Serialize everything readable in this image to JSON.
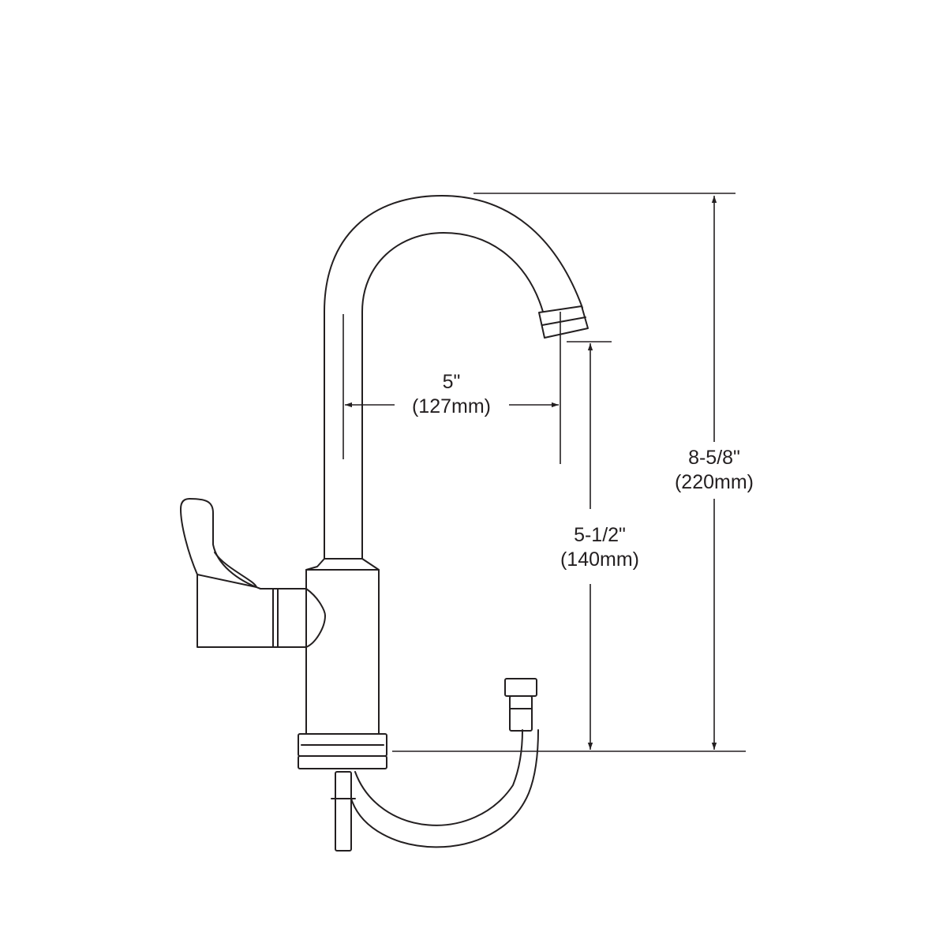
{
  "dimensions": {
    "spout_reach": {
      "imperial": "5\"",
      "metric": "(127mm)"
    },
    "spout_clearance": {
      "imperial": "5-1/2\"",
      "metric": "(140mm)"
    },
    "overall_height": {
      "imperial": "8-5/8\"",
      "metric": "(220mm)"
    }
  },
  "colors": {
    "line": "#231f20",
    "background": "#ffffff"
  }
}
